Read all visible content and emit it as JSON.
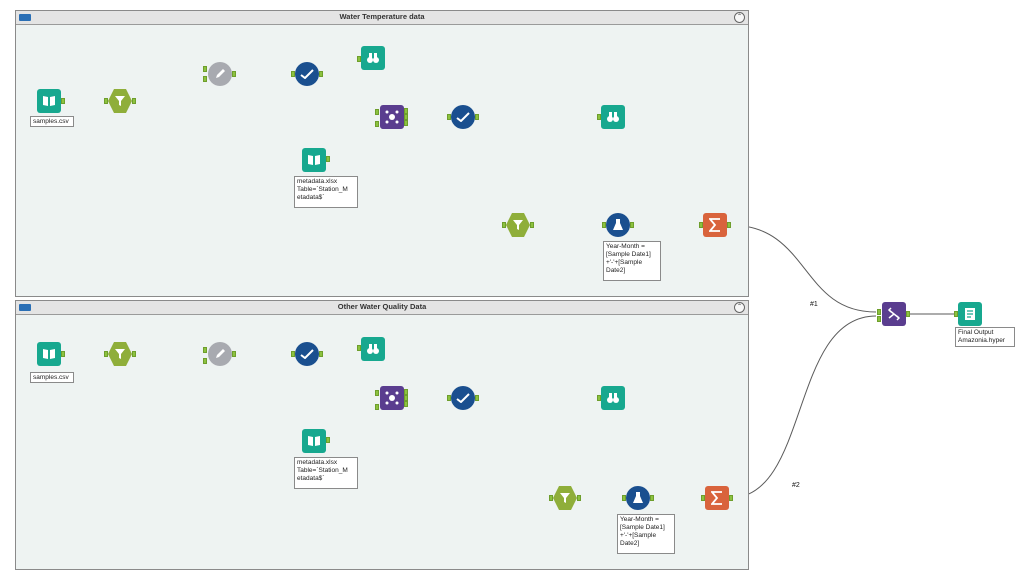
{
  "containers": [
    {
      "title": "Water Temperature data",
      "collapse_glyph": "⌃"
    },
    {
      "title": "Other Water Quality Data",
      "collapse_glyph": "⌃"
    }
  ],
  "annotations": {
    "input1": "samples.csv",
    "meta1": "metadata.xlsx\nTable=`Station_M\netadata$`",
    "formula1": "Year-Month =\n[Sample Date1]\n+'-'+[Sample\nDate2]",
    "input2": "samples.csv",
    "meta2": "metadata.xlsx\nTable=`Station_M\netadata$`",
    "formula2": "Year-Month =\n[Sample Date1]\n+'-'+[Sample\nDate2]",
    "output": "Final Output\nAmazonia.hyper"
  },
  "wire_labels": {
    "one": "#1",
    "two": "#2"
  },
  "colors": {
    "canvas": "#eef3f2",
    "blue": "#1a4f8f",
    "teal": "#17a88f",
    "purple": "#5a3d8f",
    "red": "#d9633c",
    "olive": "#8fae3a",
    "anchor": "#8cc23f"
  },
  "icons": {
    "input": "book-icon",
    "filter": "filter-icon",
    "select": "pencil-icon",
    "join": "join-icon",
    "dedupe": "checkmark-icon",
    "browse": "binoculars-icon",
    "formula": "flask-icon",
    "summarize": "sigma-icon",
    "union": "union-icon",
    "output": "document-output-icon"
  }
}
